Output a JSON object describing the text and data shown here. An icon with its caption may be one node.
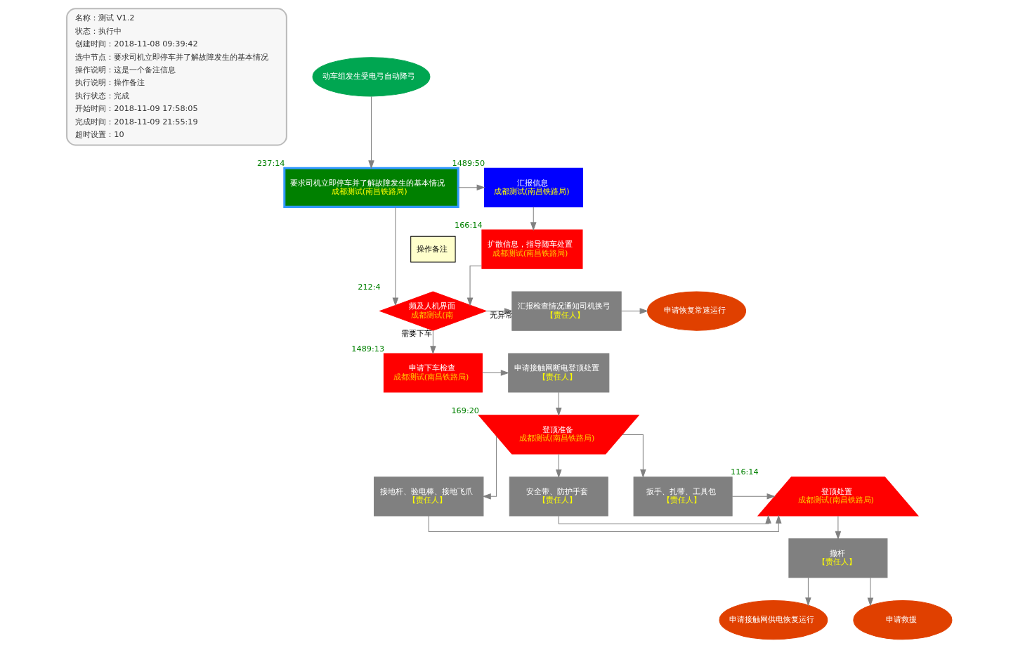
{
  "diagram": {
    "nodes": [
      {
        "text": [
          "动车组发生受电弓自动降弓"
        ]
      },
      {
        "text": [
          "要求司机立即停车并了解故障发生的基本情况",
          "成都测试(南昌铁路局)"
        ],
        "beside": [
          "237:14"
        ]
      },
      {
        "text": [
          "汇报信息",
          "成都测试(南昌铁路局)"
        ],
        "beside": [
          "1489:50"
        ]
      },
      {
        "text": [
          "扩散信息，指导随车处置",
          "成都测试(南昌铁路局)"
        ],
        "beside": [
          "166:14"
        ]
      },
      {
        "text": [
          "频及人机界面",
          "成都测试(南"
        ],
        "beside": [
          "212:4"
        ]
      },
      {
        "text": [
          "汇报检查情况通知司机换弓",
          "【责任人】"
        ]
      },
      {
        "text": [
          "申请恢复常速运行"
        ]
      },
      {
        "text": [
          "申请下车检查",
          "成都测试(南昌铁路局)"
        ],
        "beside": [
          "1489:13"
        ]
      },
      {
        "text": [
          "申请接触网断电登顶处置",
          "【责任人】"
        ]
      },
      {
        "text": [
          "登顶准备",
          "成都测试(南昌铁路局)"
        ],
        "beside": [
          "169:20"
        ]
      },
      {
        "text": [
          "接地杆、验电棒、接地飞爪",
          "【责任人】"
        ]
      },
      {
        "text": [
          "安全带、防护手套",
          "【责任人】"
        ]
      },
      {
        "text": [
          "扳手、扎带、工具包",
          "【责任人】"
        ]
      },
      {
        "text": [
          "登顶处置",
          "成都测试(南昌铁路局)"
        ],
        "beside": [
          "116:14"
        ]
      },
      {
        "text": [
          "撤杆",
          "【责任人】"
        ]
      },
      {
        "text": [
          "申请接触网供电恢复运行"
        ]
      },
      {
        "text": [
          "申请救援"
        ]
      },
      {
        "text": [
          "名称：测试 V1.2",
          "状态：执行中",
          "创建时间：2018-11-08 09:39:42",
          "选中节点：要求司机立即停车并了解故障发生的基本情况",
          "操作说明：这是一个备注信息",
          "执行说明：操作备注",
          "执行状态：完成",
          "开始时间：2018-11-09 17:58:05",
          "完成时间：2018-11-09 21:55:19",
          "超时设置：10"
        ]
      },
      {
        "text": [
          "操作备注"
        ]
      }
    ],
    "edges": [
      {
        "from": 0,
        "to": 1,
        "arrow": "to"
      },
      {
        "from": 1,
        "to": 2,
        "arrow": "to"
      },
      {
        "from": 2,
        "to": 3,
        "arrow": "to"
      },
      {
        "from": 3,
        "to": 4,
        "arrow": "to"
      },
      {
        "from": 1,
        "to": 4,
        "arrow": "to"
      },
      {
        "from": 4,
        "to": 5,
        "arrow": "to",
        "label": "无异常"
      },
      {
        "from": 5,
        "to": 6,
        "arrow": "to"
      },
      {
        "from": 4,
        "to": 7,
        "arrow": "to",
        "label": "需要下车"
      },
      {
        "from": 7,
        "to": 8,
        "arrow": "to"
      },
      {
        "from": 8,
        "to": 9,
        "arrow": "to"
      },
      {
        "from": 9,
        "to": 10,
        "arrow": "to"
      },
      {
        "from": 9,
        "to": 11,
        "arrow": "to"
      },
      {
        "from": 9,
        "to": 12,
        "arrow": "to"
      },
      {
        "from": 10,
        "to": 13,
        "arrow": "to"
      },
      {
        "from": 11,
        "to": 13,
        "arrow": "to"
      },
      {
        "from": 12,
        "to": 13,
        "arrow": "to"
      },
      {
        "from": 13,
        "to": 14,
        "arrow": "to"
      },
      {
        "from": 14,
        "to": 15,
        "arrow": "to"
      },
      {
        "from": 14,
        "to": 16,
        "arrow": "to"
      }
    ]
  }
}
